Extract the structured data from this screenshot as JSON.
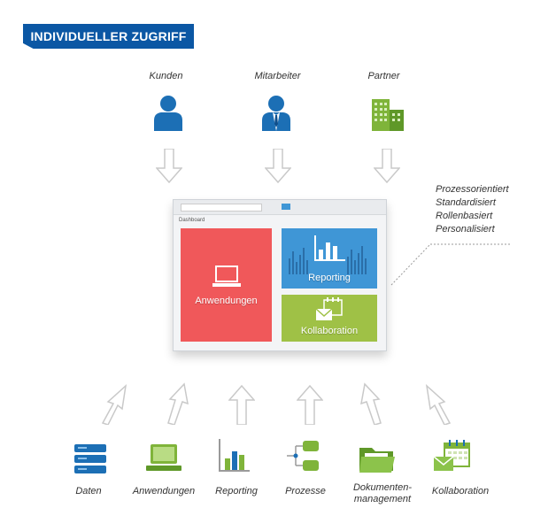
{
  "banner": {
    "title": "INDIVIDUELLER ZUGRIFF"
  },
  "roles": [
    {
      "label": "Kunden",
      "icon": "customer-icon"
    },
    {
      "label": "Mitarbeiter",
      "icon": "employee-icon"
    },
    {
      "label": "Partner",
      "icon": "partner-building-icon"
    }
  ],
  "features": [
    "Prozessorientiert",
    "Standardisiert",
    "Rollenbasiert",
    "Personalisiert"
  ],
  "dashboard": {
    "title": "Dashboard",
    "tiles": {
      "apps": "Anwendungen",
      "reporting": "Reporting",
      "collab": "Kollaboration"
    }
  },
  "sources": [
    {
      "label": "Daten",
      "icon": "database-icon"
    },
    {
      "label": "Anwendungen",
      "icon": "laptop-icon"
    },
    {
      "label": "Reporting",
      "icon": "bar-chart-icon"
    },
    {
      "label": "Prozesse",
      "icon": "process-flow-icon"
    },
    {
      "label_line1": "Dokumenten-",
      "label_line2": "management",
      "icon": "folder-icon"
    },
    {
      "label": "Kollaboration",
      "icon": "calendar-mail-icon"
    }
  ],
  "colors": {
    "banner": "#0b57a4",
    "role_blue": "#1c6fb5",
    "partner_green": "#7fb43a",
    "tile_red": "#f0585a",
    "tile_blue": "#3f96d6",
    "tile_green": "#9fc146",
    "arrow": "#d8d8d8"
  }
}
